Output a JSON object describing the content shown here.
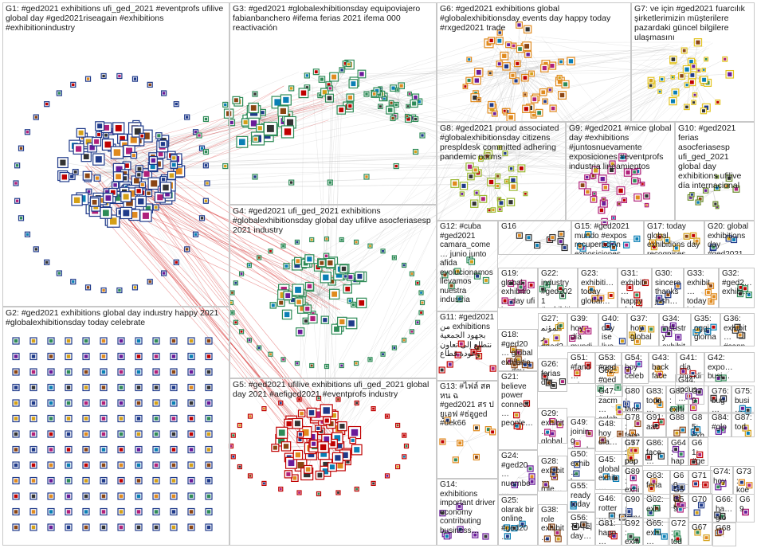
{
  "graph_title": "",
  "colors": {
    "edge": "#9a9a9a",
    "edge_red": "#d42020",
    "panel_border": "#c8c8c8",
    "g1_node": "#1f3a8a",
    "g2_node": "#1f3a8a",
    "g3_node": "#2e8b57",
    "g4_node": "#2e8b57",
    "g5_node": "#c00000",
    "g6_node": "#e08a1e",
    "g7_node": "#e3c420",
    "g8_node": "#9ab830",
    "g9_node": "#b0207a"
  },
  "groups": [
    {
      "id": "G1",
      "label": "G1: #ged2021 exhibitions ufi_ged_2021 #eventprofs ufilive global day #ged2021riseagain #exhibitions #exhibitionindustry"
    },
    {
      "id": "G2",
      "label": "G2: #ged2021 exhibitions global day industry happy 2021 #globalexhibitionsday today celebrate"
    },
    {
      "id": "G3",
      "label": "G3: #ged2021 #globalexhibitionsday equipoviajero fabianbanchero #ifema ferias 2021 ifema 000 reactivación"
    },
    {
      "id": "G4",
      "label": "G4: #ged2021 ufi_ged_2021 exhibitions #globalexhibitionsday global day ufilive asocferiasesp 2021 industry"
    },
    {
      "id": "G5",
      "label": "G5: #ged2021 ufilive exhibitions ufi_ged_2021 global day 2021 #aefiged2021 #eventprofs industry"
    },
    {
      "id": "G6",
      "label": "G6: #ged2021 exhibitions global #globalexhibitionsday events day happy today #rxged2021 trade"
    },
    {
      "id": "G7",
      "label": "G7: ve için #ged2021 fuarcılık şirketlerimizin müşterilere pazardaki güncel bilgilere ulaşmasını"
    },
    {
      "id": "G8",
      "label": "G8: #ged2021 proud associated #globalexhibitionsday citizens prespldesk committed adhering pandemic norms"
    },
    {
      "id": "G9",
      "label": "G9: #ged2021 #mice global day #exhibitions #juntosnuevamente exposiciones #eventprofs industria lineamientos"
    },
    {
      "id": "G10",
      "label": "G10: #ged2021 ferias asocferiasesp ufi_ged_2021 global day exhibitions ufilive día internacional"
    },
    {
      "id": "G11",
      "label": "G11: #ged2021 من exhibitions بجهود الجمعية نتطلع إلى تعاون وعودة قطاع"
    },
    {
      "id": "G12",
      "label": "G12: #cuba #ged2021 camara_come… junio junto afida evolucionamos llevamos nuestra industria"
    },
    {
      "id": "G13",
      "label": "G13: #ไฟล์ สค หน ฉ #ged2021 สร ป ยูเอฟ #ธ่อูged #dek66"
    },
    {
      "id": "G14",
      "label": "G14: exhibitions important driver economy contributing business…"
    },
    {
      "id": "G15",
      "label": "G15: #ged2021 mundo #expos recuperación exposiciones…"
    },
    {
      "id": "G16",
      "label": "G16"
    },
    {
      "id": "G17",
      "label": "G17: today global exhibitions day recognises…"
    },
    {
      "id": "G18",
      "label": "G18: #ged20… global exhibitio… day 2021 industry…"
    },
    {
      "id": "G19",
      "label": "G19: global exhibitio… day ufi japan #ged20…"
    },
    {
      "id": "G20",
      "label": "G20: global exhibitions day #ged2021…"
    },
    {
      "id": "G21",
      "label": "G21: believe power connect… people…"
    },
    {
      "id": "G22",
      "label": "G22: industry #ged2021 #exhibiti…"
    },
    {
      "id": "G23",
      "label": "G23: exhibiti… today global…"
    },
    {
      "id": "G24",
      "label": "G24: #ged20… nuernbe… global…"
    },
    {
      "id": "G25",
      "label": "G25: olarak bir online #ged20…"
    },
    {
      "id": "G26",
      "label": "G26: ferias día"
    },
    {
      "id": "G27",
      "label": "G27: المؤتمر #ged2… نجاحه…"
    },
    {
      "id": "G28",
      "label": "G28: exhibit… role…"
    },
    {
      "id": "G29",
      "label": "G29: exhibit… global day…"
    },
    {
      "id": "G30",
      "label": "G30: sincere thanks josh…"
    },
    {
      "id": "G31",
      "label": "G31: exhibiti… happy global…"
    },
    {
      "id": "G32",
      "label": "G32: #ged2… exhibi…"
    },
    {
      "id": "G33",
      "label": "G33: exhibit… today join…"
    },
    {
      "id": "G34",
      "label": "G34: industry exhibit…"
    },
    {
      "id": "G35",
      "label": "G35: oggi giorna…"
    },
    {
      "id": "G36",
      "label": "G36: exhibit… #cann…"
    },
    {
      "id": "G37",
      "label": "G37: hoy global…"
    },
    {
      "id": "G38",
      "label": "G38: role exhibit…"
    },
    {
      "id": "G39",
      "label": "G39: hoy día mundi…"
    },
    {
      "id": "G40",
      "label": "G40: day ise live…"
    },
    {
      "id": "G41",
      "label": "G41: día mundi…"
    },
    {
      "id": "G42",
      "label": "G42: expo… busi…"
    },
    {
      "id": "G43",
      "label": "G43: back face…"
    },
    {
      "id": "G44",
      "label": "G44: indus… well…"
    },
    {
      "id": "G45",
      "label": "G45: global exhib…"
    },
    {
      "id": "G46",
      "label": "G46: rotter… gastv…"
    },
    {
      "id": "G47",
      "label": "G47: zacm… celeb…"
    },
    {
      "id": "G48",
      "label": "G48: hoy día…"
    },
    {
      "id": "G49",
      "label": "G49: joining #ged…"
    },
    {
      "id": "G50",
      "label": "G50: exhib… key…"
    },
    {
      "id": "G51",
      "label": "G51: #fand… prime…"
    },
    {
      "id": "G52",
      "label": "G52: #ged… #eve…"
    },
    {
      "id": "G53",
      "label": "G53: #ged… #eve…"
    },
    {
      "id": "G54",
      "label": "G54: hoy celeb…"
    },
    {
      "id": "G55",
      "label": "G55: ready today…"
    },
    {
      "id": "G56",
      "label": "G56: 전시회 day…"
    },
    {
      "id": "G57",
      "label": "G57: pap…"
    },
    {
      "id": "G58",
      "label": "G58: hoy"
    },
    {
      "id": "G59",
      "label": "G59"
    },
    {
      "id": "G60",
      "label": "G60"
    },
    {
      "id": "G61",
      "label": "G61: #ge…"
    },
    {
      "id": "G62",
      "label": "G62: exhi…"
    },
    {
      "id": "G63",
      "label": "G63: feria…"
    },
    {
      "id": "G64",
      "label": "G64: hap…"
    },
    {
      "id": "G65",
      "label": "G65: exhi…"
    },
    {
      "id": "G66",
      "label": "G66: ha… glo…"
    },
    {
      "id": "G67",
      "label": "G67"
    },
    {
      "id": "G68",
      "label": "G68"
    },
    {
      "id": "G69",
      "label": "G69"
    },
    {
      "id": "G70",
      "label": "G70"
    },
    {
      "id": "G71",
      "label": "G71"
    },
    {
      "id": "G72",
      "label": "G72: toda…"
    },
    {
      "id": "G73",
      "label": "G73: koe…"
    },
    {
      "id": "G74",
      "label": "G74: hoy"
    },
    {
      "id": "G75",
      "label": "G75: busi…"
    },
    {
      "id": "G76",
      "label": "G76: bug…"
    },
    {
      "id": "G77",
      "label": "G77: pap…"
    },
    {
      "id": "G78",
      "label": "G78: face…"
    },
    {
      "id": "G79",
      "label": "G79"
    },
    {
      "id": "G80",
      "label": "G80: face…"
    },
    {
      "id": "G81",
      "label": "G81: happ…"
    },
    {
      "id": "G82",
      "label": "G82: exhi…"
    },
    {
      "id": "G83",
      "label": "G83: toda…"
    },
    {
      "id": "G84",
      "label": "G84: #glo…"
    },
    {
      "id": "G85",
      "label": "G85: exhi…"
    },
    {
      "id": "G86",
      "label": "G86: face…"
    },
    {
      "id": "G87",
      "label": "G87: tod…"
    },
    {
      "id": "G88",
      "label": "G88"
    },
    {
      "id": "G89",
      "label": "G89: exhi…"
    },
    {
      "id": "G90",
      "label": "G90: very…"
    },
    {
      "id": "G91",
      "label": "G91: aac…"
    },
    {
      "id": "G92",
      "label": "G92: exhi…"
    }
  ]
}
